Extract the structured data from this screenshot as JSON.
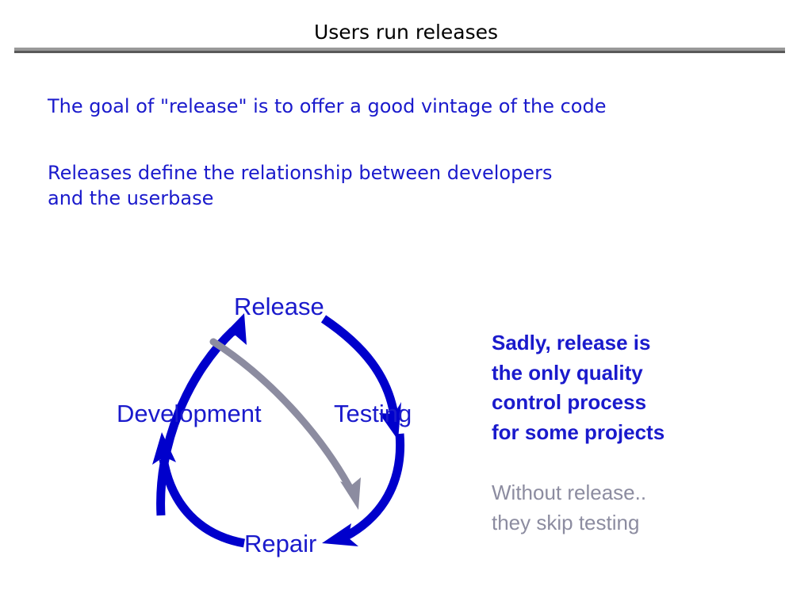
{
  "slide": {
    "title": "Users run releases",
    "background_color": "#ffffff",
    "rule": {
      "light_color": "#999999",
      "dark_color": "#595959"
    }
  },
  "body": {
    "accent_blue": "#1a1acc",
    "muted_gray": "#8c8ca0",
    "bullets": [
      {
        "id": "goal",
        "text": "The goal of \"release\" is to offer a good vintage of the code"
      },
      {
        "id": "relationship",
        "text": "Releases define the relationship between developers\nand the userbase"
      }
    ]
  },
  "diagram": {
    "type": "cycle",
    "title": "Release cycle",
    "nodes": [
      {
        "id": "release",
        "label": "Release"
      },
      {
        "id": "testing",
        "label": "Testing"
      },
      {
        "id": "repair",
        "label": "Repair"
      },
      {
        "id": "development",
        "label": "Development"
      }
    ],
    "edges": [
      {
        "from": "development",
        "to": "release",
        "color": "#0000cc",
        "style": "thick-curve"
      },
      {
        "from": "release",
        "to": "testing",
        "color": "#0000cc",
        "style": "thick-curve"
      },
      {
        "from": "testing",
        "to": "repair",
        "color": "#0000cc",
        "style": "thick-curve"
      },
      {
        "from": "repair",
        "to": "development",
        "color": "#0000cc",
        "style": "thick-curve"
      },
      {
        "from": "development",
        "to": "repair",
        "color": "#8c8ca0",
        "style": "shortcut-curve"
      }
    ]
  },
  "notes": {
    "quality": "Sadly, release is\nthe only quality\ncontrol process\nfor some projects",
    "skip": "Without release..\nthey skip testing"
  }
}
